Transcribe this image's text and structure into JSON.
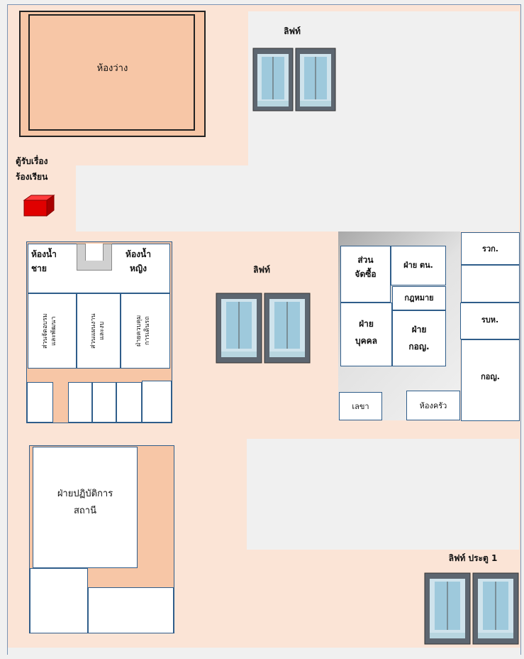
{
  "labels": {
    "empty_room": "ห้องว่าง",
    "lift_top": "ลิฟท์",
    "complaint_box": "ตู้รับเรื่อง\nร้องเรียน",
    "toilet_male": "ห้องน้ำ\nชาย",
    "toilet_female": "ห้องน้ำ\nหญิง",
    "v_room1": "ส่วนจัดอบรม\nและพัฒนา",
    "v_room2": "ส่วนแผนงาน\nและงบ",
    "v_room3": "ฝ่ายควบคุม\nการเดินรถ",
    "lift_mid": "ลิฟท์",
    "procurement": "ส่วน\nจัดซื้อ",
    "fin": "ฝ่าย ตน.",
    "legal": "กฎหมาย",
    "hr": "ฝ่าย\nบุคคล",
    "dept_kor": "ฝ่าย\nกอญ.",
    "secretary": "เลขา",
    "kitchen": "ห้องครัว",
    "rwk": "รวก.",
    "rbh": "รบห.",
    "kor": "กอญ.",
    "station_ops": "ฝ่ายปฏิบัติการ\nสถานี",
    "lift_gate1": "ลิฟท์ ประตู 1"
  },
  "colors": {
    "floor": "#fbe4d6",
    "empty_room_fill": "#f7c6a6",
    "complaint_box": "#e00000",
    "border": "#2f5d8a",
    "office_gray": "#d7d7d7"
  },
  "icons": [
    "elevator-icon",
    "complaint-box-icon"
  ]
}
